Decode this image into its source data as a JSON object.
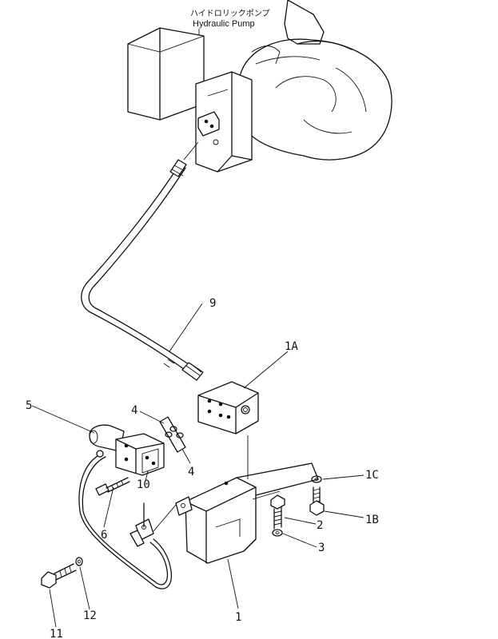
{
  "title": {
    "japanese": "ハイドロリックポンプ",
    "english": "Hydraulic Pump"
  },
  "callouts": {
    "c1": "1",
    "c1A": "1A",
    "c1B": "1B",
    "c1C": "1C",
    "c2": "2",
    "c3": "3",
    "c4a": "4",
    "c4b": "4",
    "c5": "5",
    "c6": "6",
    "c9": "9",
    "c10": "10",
    "c11": "11",
    "c12": "12"
  }
}
